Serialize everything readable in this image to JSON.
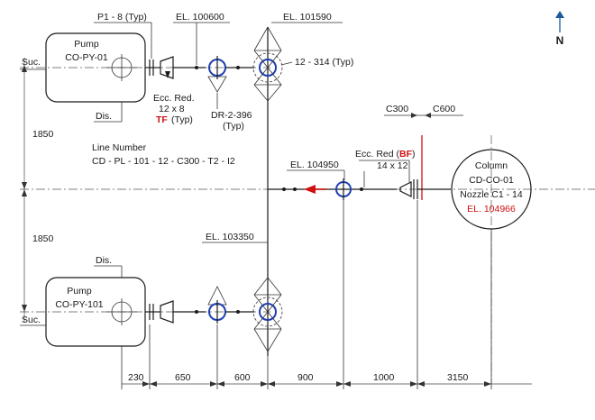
{
  "north": "N",
  "pump1": {
    "name": "Pump",
    "tag": "CO-PY-01",
    "suc": "Suc.",
    "dis": "Dis."
  },
  "pump2": {
    "name": "Pump",
    "tag": "CO-PY-101",
    "suc": "Suc.",
    "dis": "Dis."
  },
  "labels": {
    "p_typ": "P1 - 8 (Typ)",
    "el_100600": "EL. 100600",
    "el_101590": "EL. 101590",
    "r_12_314": "12 - 314 (Typ)",
    "ecc_red": "Ecc. Red.",
    "ecc_size": "12 x 8",
    "tf": "TF",
    "tf_typ": "(Typ)",
    "dr": "DR-2-396",
    "dr_typ": "(Typ)",
    "line_number_title": "Line Number",
    "line_number": "CD - PL - 101 - 12 - C300 - T2 - I2",
    "el_104950": "EL. 104950",
    "ecc_red_bf": "Ecc. Red (",
    "bf": "BF",
    "ecc_red_bf_close": ")",
    "ecc_size2": "14 x 12",
    "c300": "C300",
    "c600": "C600",
    "el_103350": "EL. 103350"
  },
  "column": {
    "name": "Column",
    "tag": "CD-CO-01",
    "nozzle": "Nozzle C1 - 14",
    "elevation": "EL. 104966"
  },
  "dimensions": {
    "vertical": [
      "1850",
      "1850"
    ],
    "horizontal": [
      "230",
      "650",
      "600",
      "900",
      "1000",
      "3150"
    ]
  }
}
